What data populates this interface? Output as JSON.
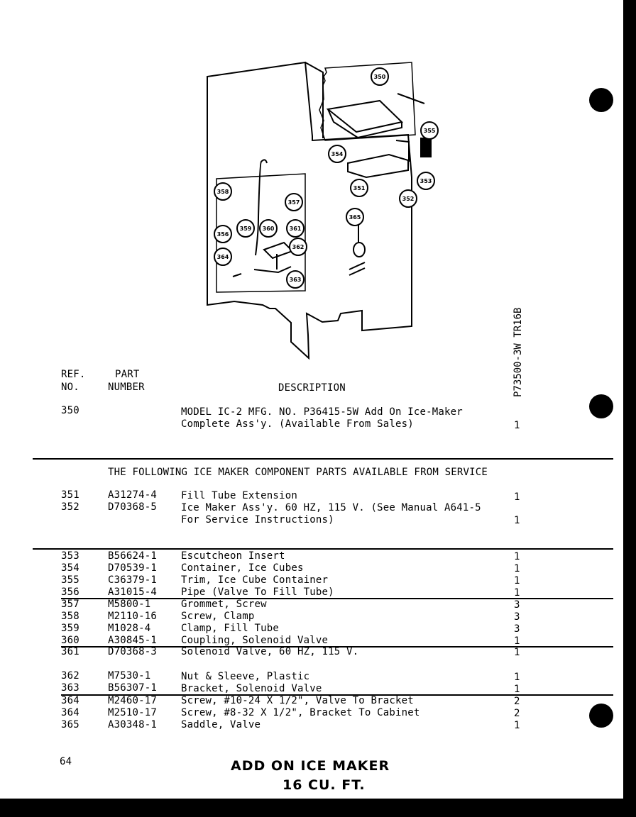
{
  "side_code": "P73500-3W   TR16B",
  "diagram_callouts": [
    "350",
    "355",
    "354",
    "353",
    "351",
    "352",
    "358",
    "357",
    "356",
    "359",
    "360",
    "361",
    "362",
    "364",
    "363",
    "365"
  ],
  "headers": {
    "ref": "REF.",
    "no": "NO.",
    "part": "PART",
    "number": "NUMBER",
    "description": "DESCRIPTION"
  },
  "main_item": {
    "ref": "350",
    "desc1": "MODEL IC-2 MFG. NO. P36415-5W Add On Ice-Maker",
    "desc2": "Complete Ass'y.  (Available From Sales)",
    "qty": "1"
  },
  "section_heading": "THE FOLLOWING ICE MAKER COMPONENT PARTS AVAILABLE FROM SERVICE",
  "rows": [
    {
      "ref": "351",
      "part": "A31274-4",
      "desc": "Fill Tube Extension",
      "qty": "1"
    },
    {
      "ref": "352",
      "part": "D70368-5",
      "desc": "Ice Maker Ass'y. 60 HZ, 115 V. (See Manual A641-5",
      "qty": ""
    },
    {
      "ref": "",
      "part": "",
      "desc": "For Service Instructions)",
      "qty": "1"
    },
    {
      "ref": "353",
      "part": "B56624-1",
      "desc": "Escutcheon Insert",
      "qty": "1"
    },
    {
      "ref": "354",
      "part": "D70539-1",
      "desc": "Container, Ice Cubes",
      "qty": "1"
    },
    {
      "ref": "355",
      "part": "C36379-1",
      "desc": "Trim, Ice Cube Container",
      "qty": "1"
    },
    {
      "ref": "356",
      "part": "A31015-4",
      "desc": "Pipe (Valve To Fill Tube)",
      "qty": "1"
    },
    {
      "ref": "357",
      "part": "M5800-1",
      "desc": "Grommet, Screw",
      "qty": "3"
    },
    {
      "ref": "358",
      "part": "M2110-16",
      "desc": "Screw, Clamp",
      "qty": "3"
    },
    {
      "ref": "359",
      "part": "M1028-4",
      "desc": "Clamp, Fill Tube",
      "qty": "3"
    },
    {
      "ref": "360",
      "part": "A30845-1",
      "desc": "Coupling, Solenoid Valve",
      "qty": "1"
    },
    {
      "ref": "361",
      "part": "D70368-3",
      "desc": "Solenoid Valve, 60 HZ, 115 V.",
      "qty": "1"
    },
    {
      "ref": "362",
      "part": "M7530-1",
      "desc": "Nut & Sleeve, Plastic",
      "qty": "1"
    },
    {
      "ref": "363",
      "part": "B56307-1",
      "desc": "Bracket, Solenoid Valve",
      "qty": "1"
    },
    {
      "ref": "364",
      "part": "M2460-17",
      "desc": "Screw, #10-24 X 1/2\", Valve To Bracket",
      "qty": "2"
    },
    {
      "ref": "364",
      "part": "M2510-17",
      "desc": "Screw, #8-32 X 1/2\",  Bracket To Cabinet",
      "qty": "2"
    },
    {
      "ref": "365",
      "part": "A30348-1",
      "desc": "Saddle, Valve",
      "qty": "1"
    }
  ],
  "page_number": "64",
  "footer": {
    "line1": "ADD  ON  ICE  MAKER",
    "line2": "16 CU. FT."
  }
}
